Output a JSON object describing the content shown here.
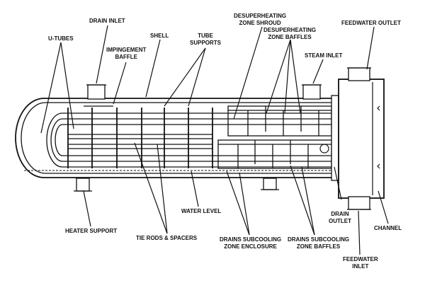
{
  "labels": {
    "drain_inlet": "DRAIN INLET",
    "u_tubes": "U-TUBES",
    "shell": "SHELL",
    "impingement_baffle": [
      "IMPINGEMENT",
      "BAFFLE"
    ],
    "tube_supports": [
      "TUBE",
      "SUPPORTS"
    ],
    "desuperheating_zone_shroud": [
      "DESUPERHEATING",
      "ZONE SHROUD"
    ],
    "desuperheating_zone_baffles": [
      "DESUPERHEATING",
      "ZONE BAFFLES"
    ],
    "feedwater_outlet": "FEEDWATER OUTLET",
    "steam_inlet": "STEAM INLET",
    "heater_support": "HEATER SUPPORT",
    "tie_rods_spacers": "TIE RODS & SPACERS",
    "water_level": "WATER LEVEL",
    "drains_subcooling_zone_enclosure": [
      "DRAINS SUBCOOLING",
      "ZONE ENCLOSURE"
    ],
    "drains_subcooling_zone_baffles": [
      "DRAINS SUBCOOLING",
      "ZONE BAFFLES"
    ],
    "drain_outlet": [
      "DRAIN",
      "OUTLET"
    ],
    "channel": "CHANNEL",
    "feedwater_inlet": [
      "FEEDWATER",
      "INLET"
    ]
  }
}
